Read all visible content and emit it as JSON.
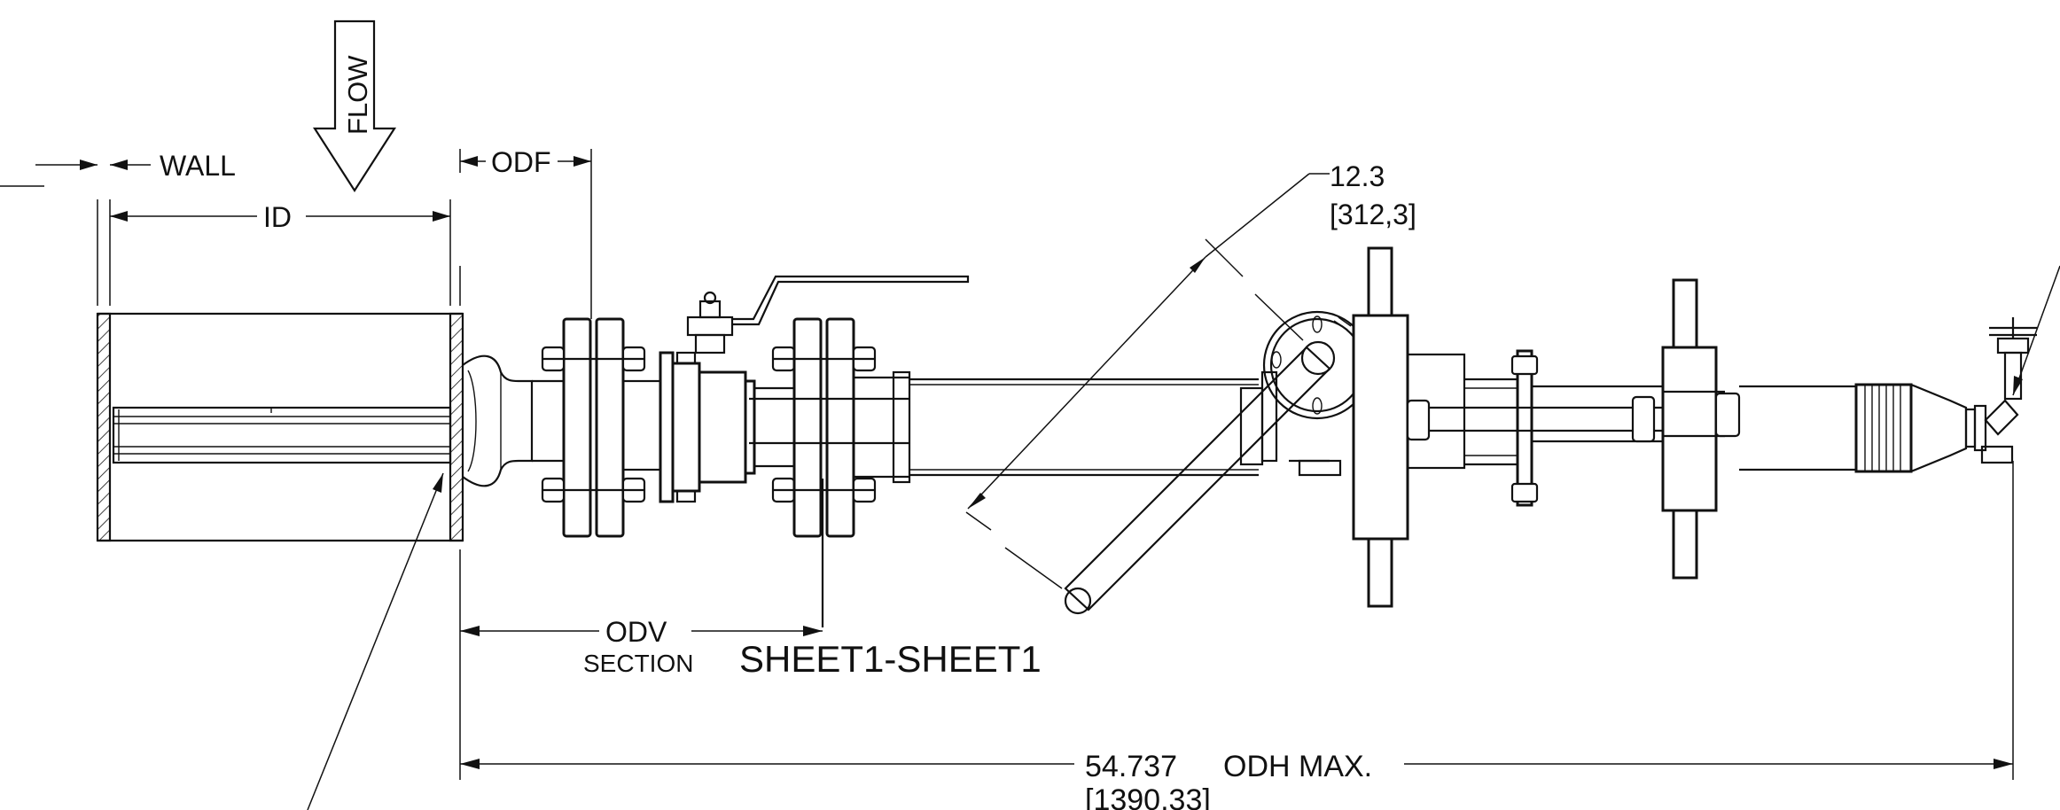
{
  "labels": {
    "flow": "FLOW",
    "wall": "WALL",
    "odf": "ODF",
    "id": "ID",
    "odv": "ODV",
    "section_word": "SECTION",
    "section_name": "SHEET1-SHEET1",
    "angle_dim_in": "12.3",
    "angle_dim_mm": "[312,3]",
    "overall_dim_in": "54.737",
    "overall_dim_note": "ODH MAX.",
    "overall_dim_mm": "[1390,33]"
  },
  "colors": {
    "line": "#111111",
    "background": "#ffffff"
  }
}
